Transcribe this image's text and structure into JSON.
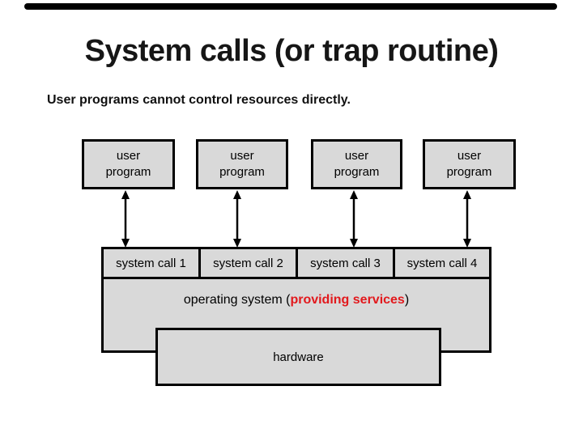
{
  "slide": {
    "title": "System calls (or trap routine)",
    "subtitle": "User programs cannot control resources directly.",
    "user_programs": [
      "user program",
      "user program",
      "user program",
      "user program"
    ],
    "system_calls": [
      "system call 1",
      "system call 2",
      "system call 3",
      "system call 4"
    ],
    "os": {
      "prefix": "operating system (",
      "highlight": "providing services",
      "suffix": ")"
    },
    "hardware": "hardware",
    "colors": {
      "box_fill": "#d9d9d9",
      "box_border": "#000000",
      "highlight_red": "#e2191d",
      "title_text": "#161616"
    }
  }
}
